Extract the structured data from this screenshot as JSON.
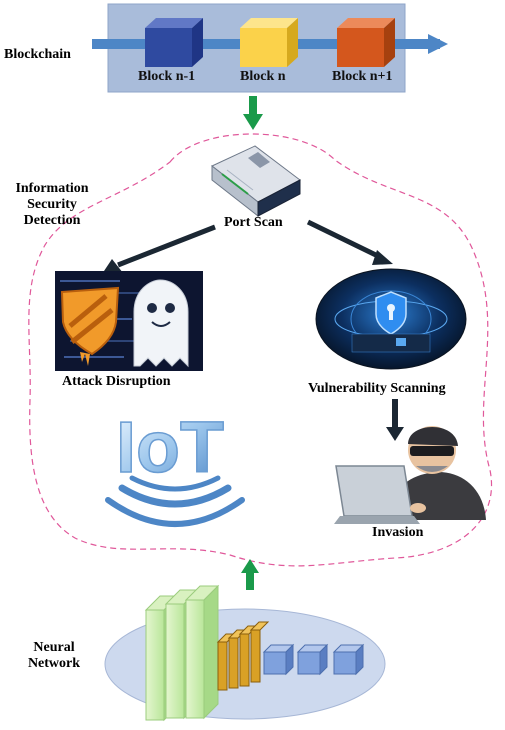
{
  "blockchain": {
    "label": "Blockchain",
    "blocks": [
      "Block n-1",
      "Block n",
      "Block n+1"
    ],
    "block_colors": [
      "#2f4aa0",
      "#fbd24a",
      "#d4571d"
    ],
    "panel_color": "#a9bcda",
    "arrow_color": "#4d86c6"
  },
  "detection": {
    "label_line1": "Information",
    "label_line2": "Security",
    "label_line3": "Detection",
    "boundary_color": "#e0589a"
  },
  "nodes": {
    "port_scan": "Port Scan",
    "attack_disruption": "Attack Disruption",
    "vulnerability_scanning": "Vulnerability Scanning",
    "invasion": "Invasion",
    "iot_logo_text": "IoT"
  },
  "neural_network": {
    "label_line1": "Neural",
    "label_line2": "Network",
    "ellipse_color": "#cdd9ee"
  },
  "colors": {
    "flow_arrow": "#1a9a4a",
    "dark_arrow": "#1b2733"
  }
}
